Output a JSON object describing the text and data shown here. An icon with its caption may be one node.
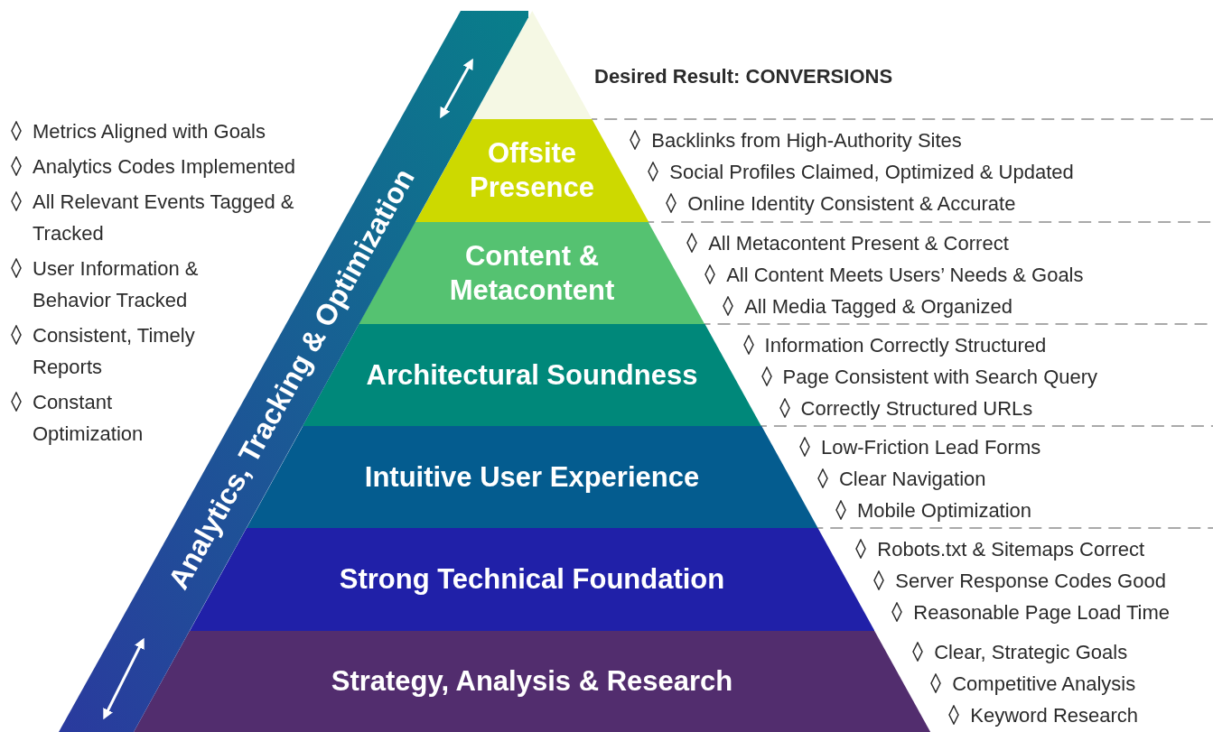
{
  "diagram": {
    "nodes": [
      {
        "text": [],
        "shape": "triangle",
        "beside": [
          "Desired Result: CONVERSIONS"
        ]
      },
      {
        "text": [
          "Offsite Presence"
        ]
      },
      {
        "text": [
          "Content & Metacontent"
        ]
      },
      {
        "text": [
          "Architectural Soundness"
        ]
      },
      {
        "text": [
          "Intuitive User Experience"
        ]
      },
      {
        "text": [
          "Strong Technical Foundation"
        ]
      },
      {
        "text": [
          "Strategy, Analysis & Research"
        ]
      },
      {
        "text": [
          "Analytics, Tracking & Optimization"
        ],
        "beside": [
          "Metrics Aligned with Goals",
          "Analytics Codes Implemented",
          "All Relevant Events Tagged & Tracked",
          "User Information & Behavior Tracked",
          "Consistent, Timely Reports",
          "Constant Optimization"
        ]
      }
    ],
    "edges": [],
    "labels": [
      "Backlinks from High-Authority Sites",
      "Social Profiles Claimed, Optimized & Updated",
      "Online Identity Consistent & Accurate",
      "All Metacontent Present & Correct",
      "All Content Meets Users’ Needs & Goals",
      "All Media Tagged & Organized",
      "Information Correctly Structured",
      "Page Consistent with Search Query",
      "Correctly Structured URLs",
      "Low-Friction Lead Forms",
      "Clear Navigation",
      "Mobile Optimization",
      "Robots.txt & Sitemaps Correct",
      "Server Response Codes Good",
      "Reasonable Page Load Time",
      "Clear, Strategic Goals",
      "Competitive Analysis",
      "Keyword Research"
    ]
  }
}
